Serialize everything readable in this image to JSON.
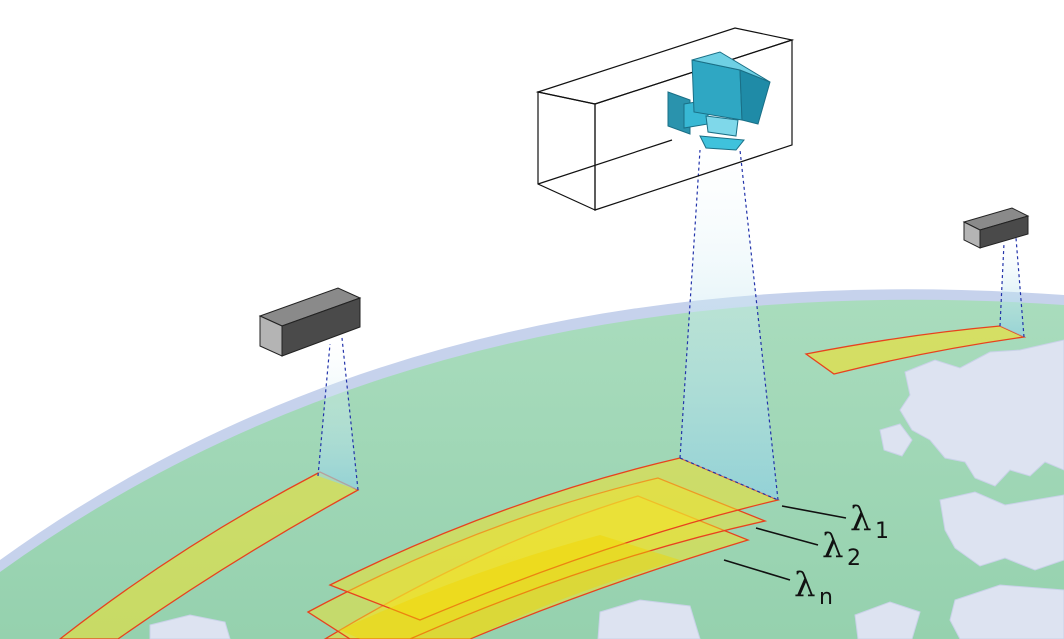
{
  "colors": {
    "earth": "#9fd6b4",
    "earth_edge": "#c6d2ec",
    "atmosphere": "#b9cbe9",
    "land": "#dde3f1",
    "swath_fill": "#f3e12a",
    "swath_edge": "#e8421e",
    "beam": "#8fd0e2",
    "beam_edge": "#2233aa",
    "camera": "#38b8d4",
    "sensor_body": "#555555"
  },
  "labels": {
    "band1": {
      "symbol": "λ",
      "sub": "1"
    },
    "band2": {
      "symbol": "λ",
      "sub": "2"
    },
    "bandn": {
      "symbol": "λ",
      "sub": "n"
    }
  },
  "icons": {
    "center_instrument": "hyperspectral-camera-icon",
    "left_instrument": "sensor-box-icon",
    "right_instrument": "sensor-box-icon"
  }
}
